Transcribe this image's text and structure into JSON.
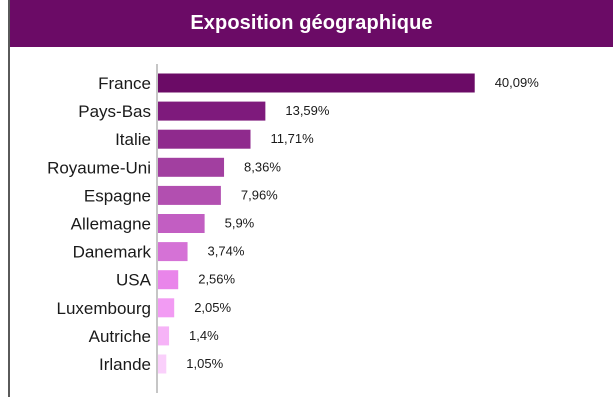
{
  "chart_data": {
    "type": "bar",
    "orientation": "horizontal",
    "title": "Exposition géographique",
    "categories": [
      "France",
      "Pays-Bas",
      "Italie",
      "Royaume-Uni",
      "Espagne",
      "Allemagne",
      "Danemark",
      "USA",
      "Luxembourg",
      "Autriche",
      "Irlande"
    ],
    "values": [
      40.09,
      13.59,
      11.71,
      8.36,
      7.96,
      5.9,
      3.74,
      2.56,
      2.05,
      1.4,
      1.05
    ],
    "value_labels": [
      "40,09%",
      "13,59%",
      "11,71%",
      "8,36%",
      "7,96%",
      "5,9%",
      "3,74%",
      "2,56%",
      "2,05%",
      "1,4%",
      "1,05%"
    ],
    "bar_colors": [
      "#6b0b66",
      "#7e1a7c",
      "#8f2a8d",
      "#a23fa0",
      "#b24fb0",
      "#c25ec2",
      "#d572d6",
      "#e985ea",
      "#f29bf3",
      "#f6b3f7",
      "#fad0fb"
    ],
    "xlabel": "",
    "ylabel": "",
    "grid": false,
    "legend": "none"
  },
  "colors": {
    "title_bar": "#6b0b66",
    "title_text": "#ffffff",
    "axis": "#8c8c8c"
  }
}
